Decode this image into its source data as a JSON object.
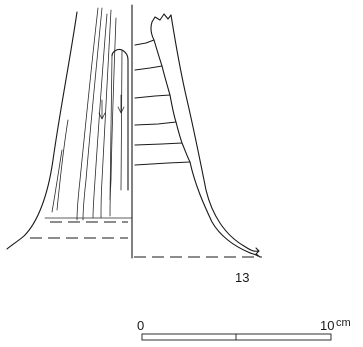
{
  "figure_number": "13",
  "scale_bar": {
    "start_label": "0",
    "end_label": "10",
    "unit": "cm"
  }
}
